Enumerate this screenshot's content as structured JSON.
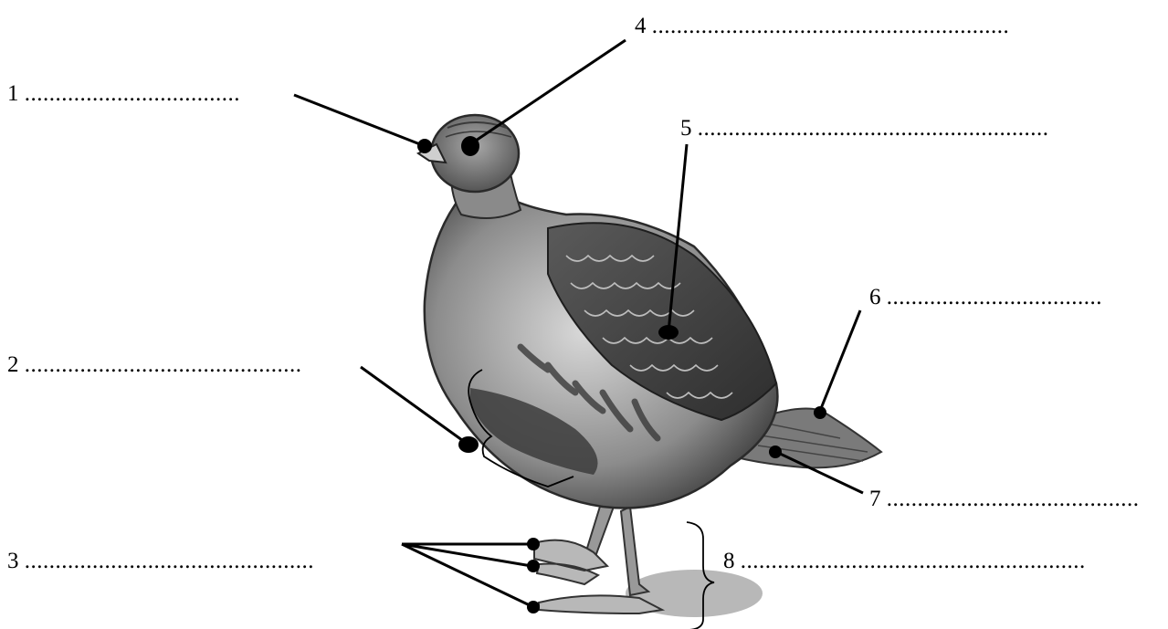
{
  "labels": [
    {
      "number": "1",
      "blank": "..................................."
    },
    {
      "number": "2",
      "blank": "............................................."
    },
    {
      "number": "3",
      "blank": "..............................................."
    },
    {
      "number": "4",
      "blank": ".........................................................."
    },
    {
      "number": "5",
      "blank": "........................................................."
    },
    {
      "number": "6",
      "blank": "..................................."
    },
    {
      "number": "7",
      "blank": "........................................."
    },
    {
      "number": "8",
      "blank": "........................................................"
    }
  ],
  "colors": {
    "ink": "#000000",
    "background": "#ffffff"
  }
}
